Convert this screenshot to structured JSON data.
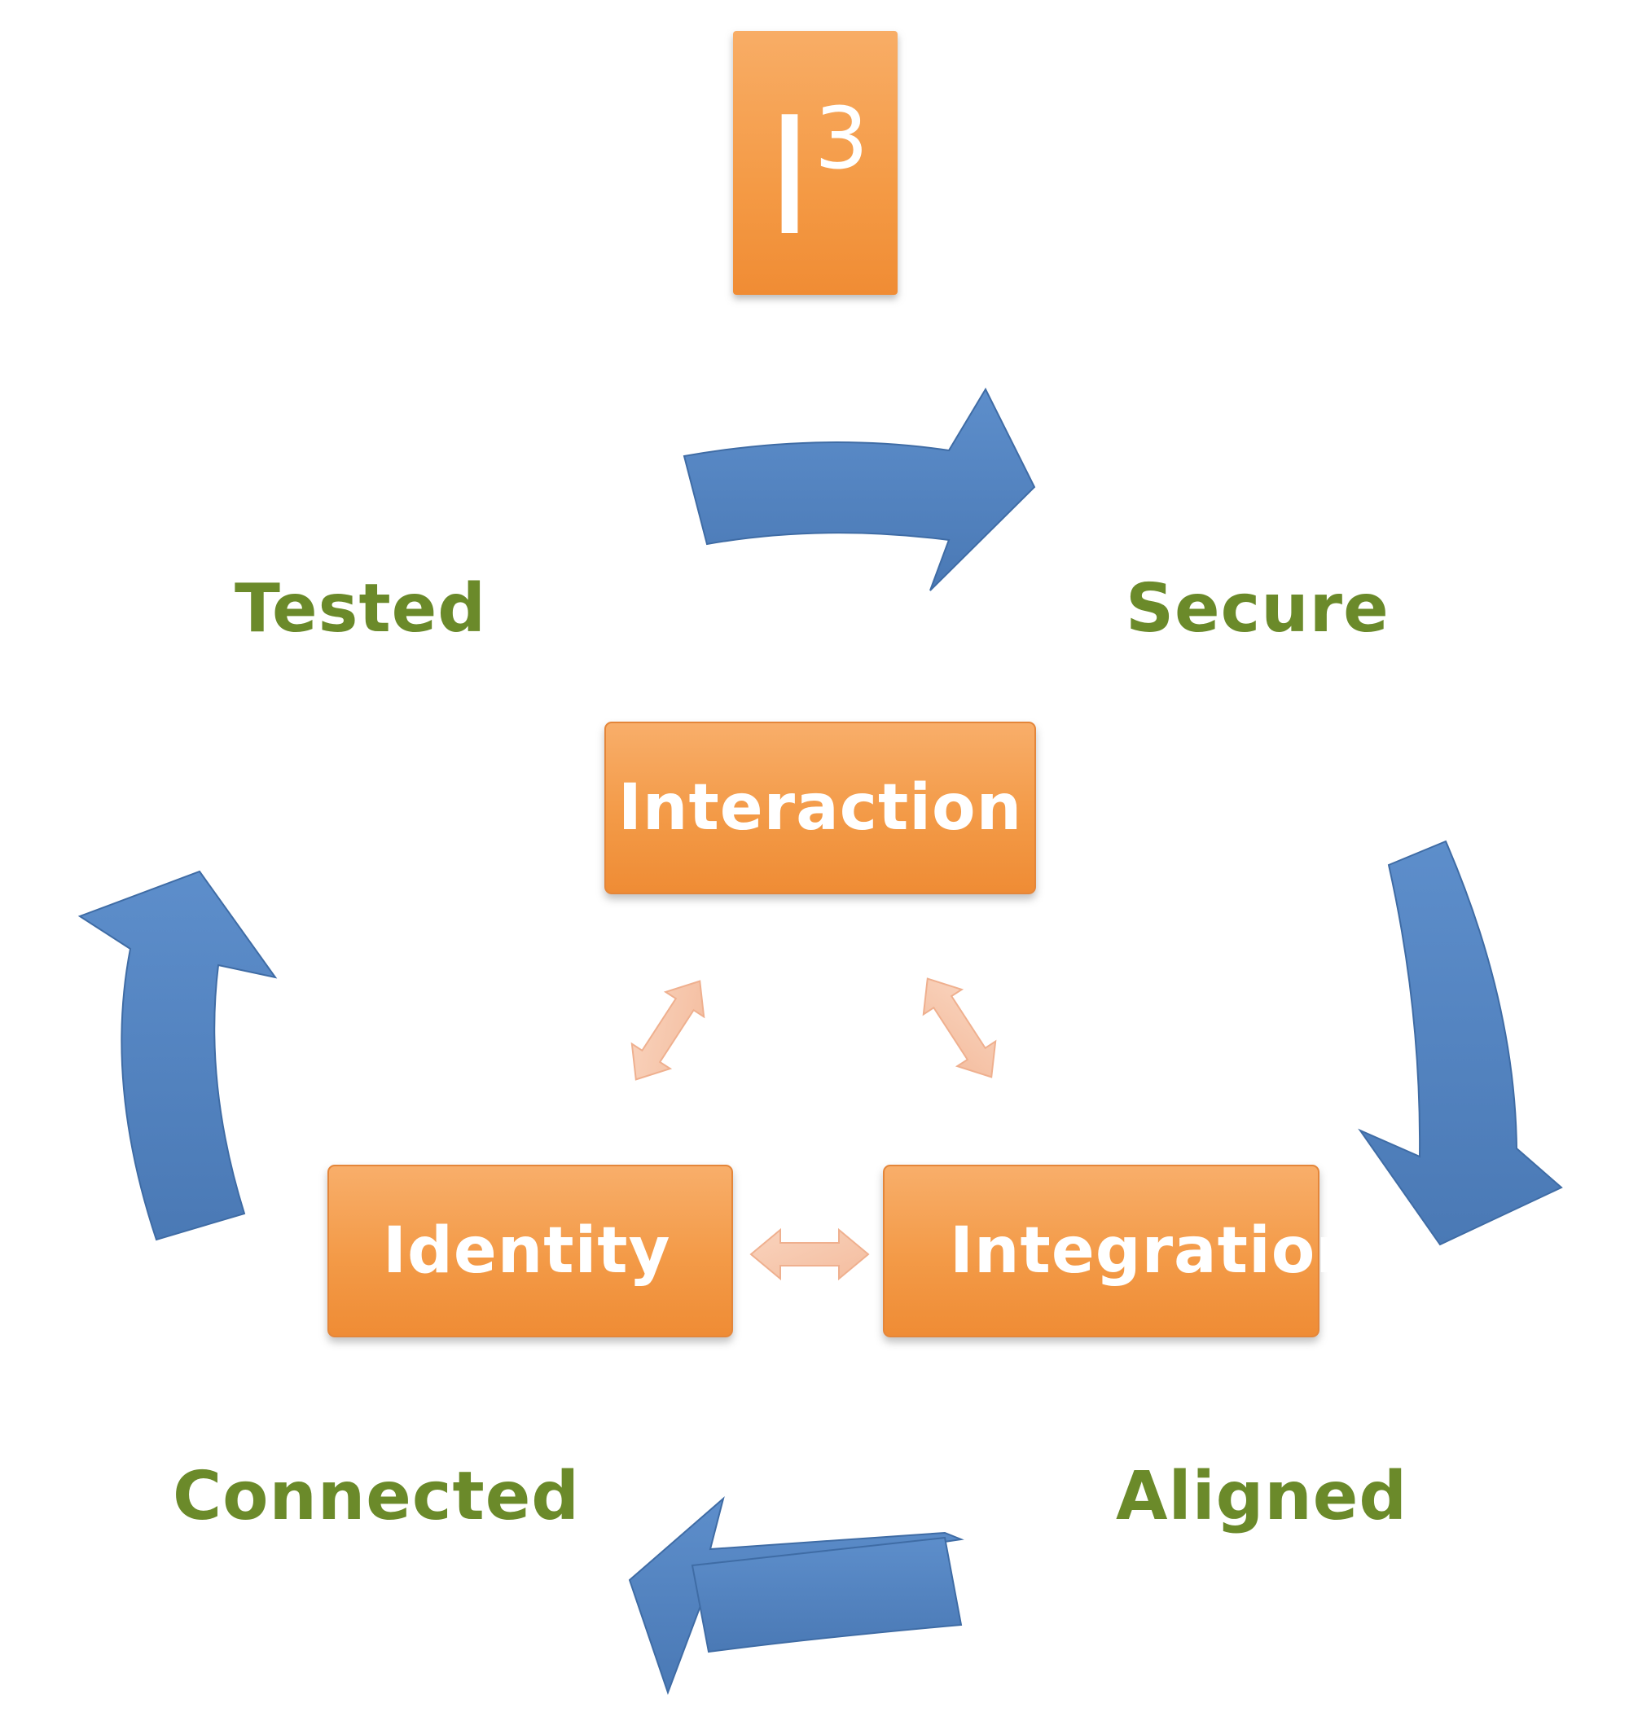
{
  "logo": {
    "letter": "I",
    "exponent": "3"
  },
  "nodes": {
    "interaction": "Interaction",
    "identity": "Identity",
    "integration": "Integration"
  },
  "cycle_labels": {
    "tested": "Tested",
    "secure": "Secure",
    "aligned": "Aligned",
    "connected": "Connected"
  },
  "colors": {
    "box_orange": "#f39a47",
    "cycle_arrow_blue": "#4f81bd",
    "connector_peach": "#f8cbb2",
    "label_green": "#6b8a2a"
  }
}
